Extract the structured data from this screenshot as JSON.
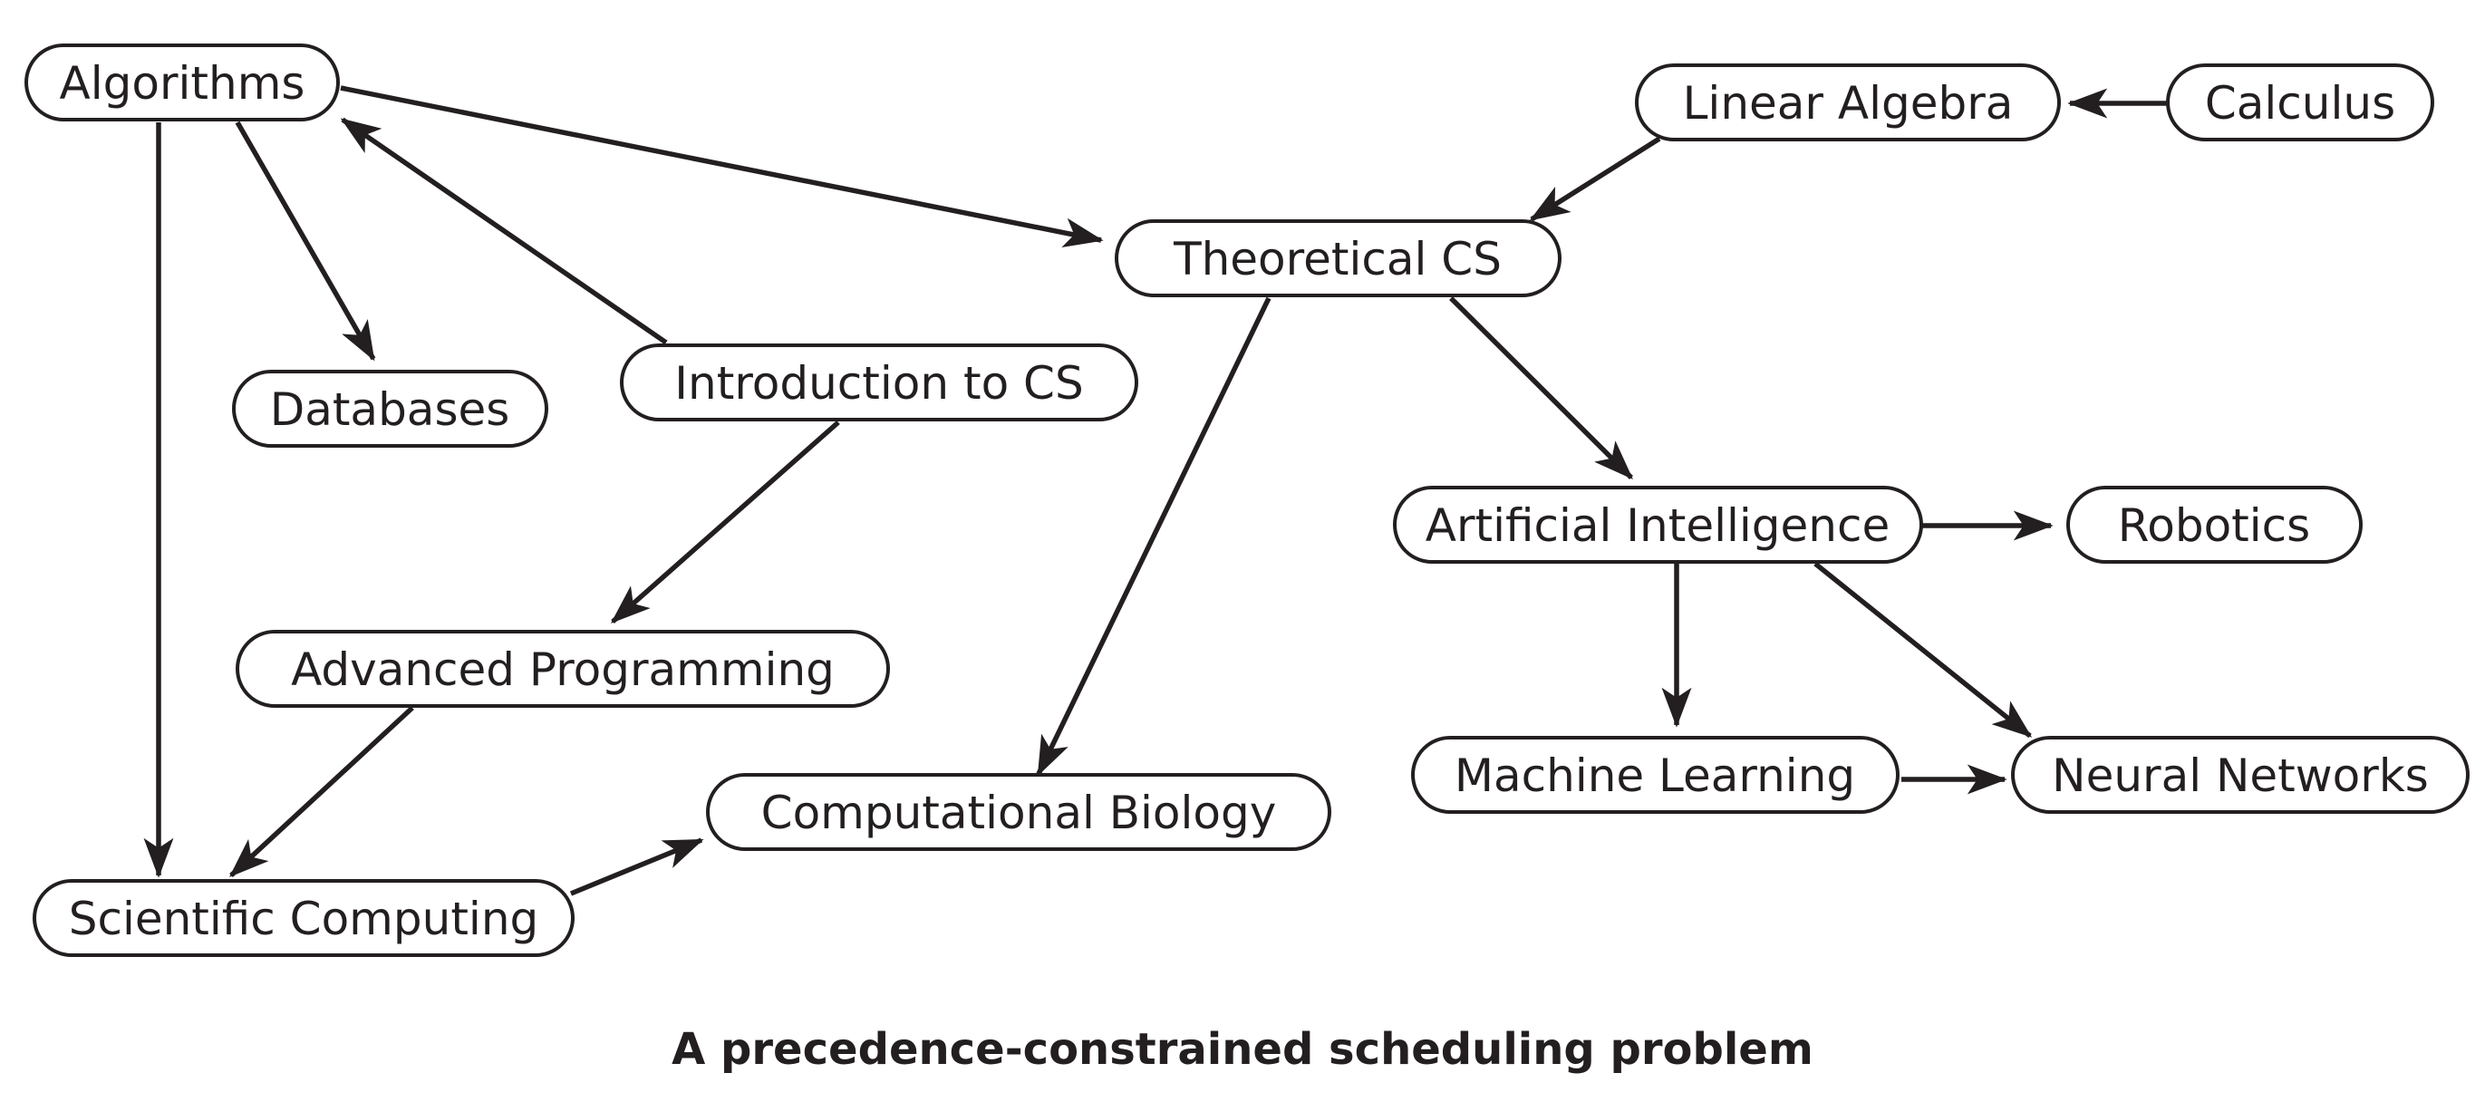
{
  "caption": "A precedence-constrained scheduling problem",
  "nodes": {
    "algorithms": "Algorithms",
    "databases": "Databases",
    "intro_cs": "Introduction to CS",
    "advanced_programming": "Advanced Programming",
    "scientific_computing": "Scientific Computing",
    "computational_biology": "Computational Biology",
    "theoretical_cs": "Theoretical CS",
    "linear_algebra": "Linear Algebra",
    "calculus": "Calculus",
    "artificial_intelligence": "Artificial Intelligence",
    "robotics": "Robotics",
    "machine_learning": "Machine Learning",
    "neural_networks": "Neural Networks"
  },
  "edges": [
    {
      "from": "algorithms",
      "to": "databases"
    },
    {
      "from": "algorithms",
      "to": "scientific_computing"
    },
    {
      "from": "algorithms",
      "to": "theoretical_cs"
    },
    {
      "from": "intro_cs",
      "to": "algorithms"
    },
    {
      "from": "intro_cs",
      "to": "advanced_programming"
    },
    {
      "from": "advanced_programming",
      "to": "scientific_computing"
    },
    {
      "from": "scientific_computing",
      "to": "computational_biology"
    },
    {
      "from": "theoretical_cs",
      "to": "computational_biology"
    },
    {
      "from": "theoretical_cs",
      "to": "artificial_intelligence"
    },
    {
      "from": "linear_algebra",
      "to": "theoretical_cs"
    },
    {
      "from": "calculus",
      "to": "linear_algebra"
    },
    {
      "from": "artificial_intelligence",
      "to": "robotics"
    },
    {
      "from": "artificial_intelligence",
      "to": "machine_learning"
    },
    {
      "from": "artificial_intelligence",
      "to": "neural_networks"
    },
    {
      "from": "machine_learning",
      "to": "neural_networks"
    }
  ]
}
